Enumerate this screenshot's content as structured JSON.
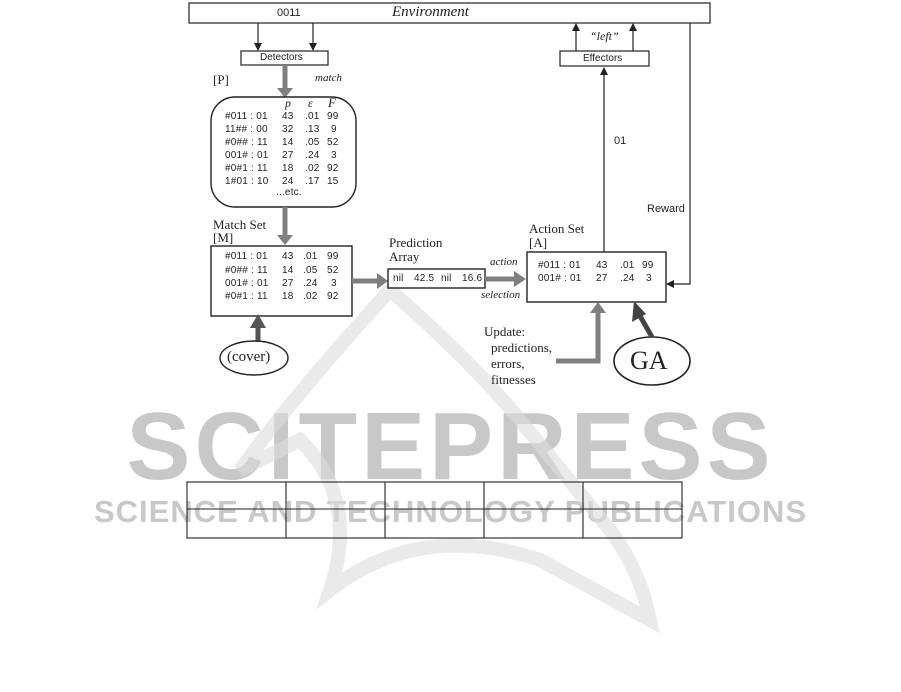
{
  "environment": {
    "label": "Environment",
    "input": "0011"
  },
  "detectors": {
    "label": "Detectors"
  },
  "effectors": {
    "label": "Effectors",
    "output": "“left”"
  },
  "match_label": "match",
  "population": {
    "label": "[P]",
    "headers": [
      "p",
      "ε",
      "F"
    ],
    "rows": [
      [
        "#011 : 01",
        "43",
        ".01",
        "99"
      ],
      [
        "11## : 00",
        "32",
        ".13",
        "9"
      ],
      [
        "#0## : 11",
        "14",
        ".05",
        "52"
      ],
      [
        "001# : 01",
        "27",
        ".24",
        "3"
      ],
      [
        "#0#1 : 11",
        "18",
        ".02",
        "92"
      ],
      [
        "1#01 : 10",
        "24",
        ".17",
        "15"
      ]
    ],
    "etc": "...etc."
  },
  "match_set": {
    "label1": "Match Set",
    "label2": "[M]",
    "rows": [
      [
        "#011 : 01",
        "43",
        ".01",
        "99"
      ],
      [
        "#0## : 11",
        "14",
        ".05",
        "52"
      ],
      [
        "001# : 01",
        "27",
        ".24",
        "3"
      ],
      [
        "#0#1 : 11",
        "18",
        ".02",
        "92"
      ]
    ]
  },
  "cover": "(cover)",
  "prediction_array": {
    "label1": "Prediction",
    "label2": "Array",
    "values": [
      "nil",
      "42.5",
      "nil",
      "16.6"
    ]
  },
  "action_selection": {
    "top": "action",
    "bottom": "selection"
  },
  "action_set": {
    "label1": "Action Set",
    "label2": "[A]",
    "rows": [
      [
        "#011 : 01",
        "43",
        ".01",
        "99"
      ],
      [
        "001# : 01",
        "27",
        ".24",
        "3"
      ]
    ]
  },
  "action_output": "01",
  "reward": "Reward",
  "update": [
    "Update:",
    "predictions,",
    "errors,",
    "fitnesses"
  ],
  "ga": "GA",
  "watermark": {
    "title": "SCITEPRESS",
    "subtitle": "SCIENCE AND TECHNOLOGY PUBLICATIONS"
  },
  "colors": {
    "arrow_gray": "#7f7f7f",
    "line": "#222222",
    "watermark": "#c8c8c8"
  }
}
